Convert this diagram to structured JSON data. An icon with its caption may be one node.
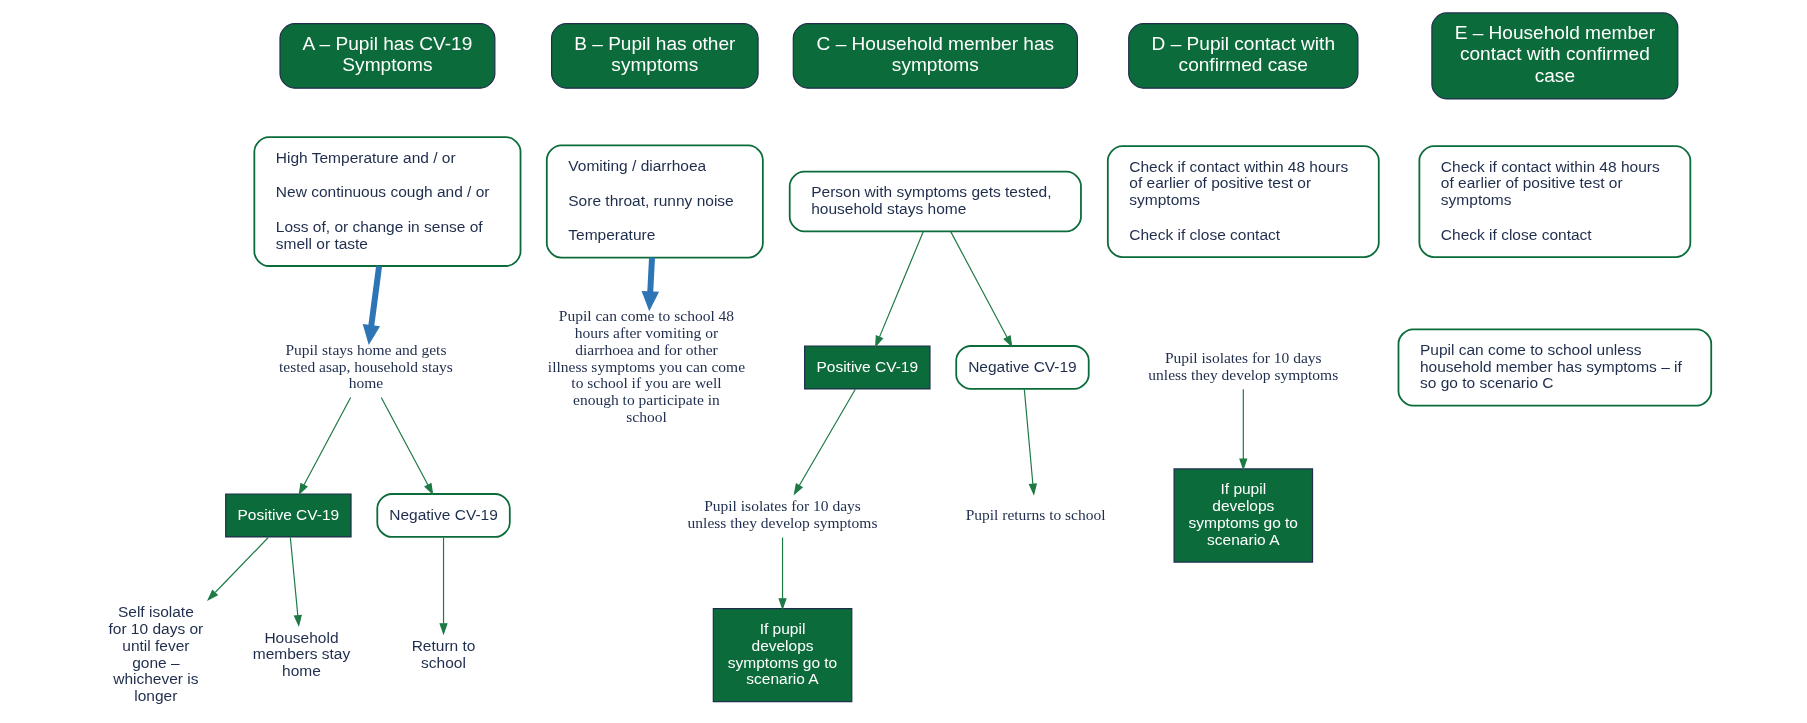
{
  "diagram": {
    "nodes": [
      {
        "text": [
          "A – Pupil has CV-19 Symptoms"
        ]
      },
      {
        "text": [
          "High Temperature and / or",
          "New continuous cough and / or",
          "Loss of, or change in sense of smell or taste"
        ]
      },
      {
        "text": [
          "Pupil stays home and gets tested asap, household stays home"
        ]
      },
      {
        "text": [
          "Positive CV-19"
        ]
      },
      {
        "text": [
          "Negative CV-19"
        ]
      },
      {
        "text": [
          "Self isolate for 10 days or until fever gone – whichever is longer"
        ]
      },
      {
        "text": [
          "Household members stay home"
        ]
      },
      {
        "text": [
          "Return to school"
        ]
      },
      {
        "text": [
          "B – Pupil has other symptoms"
        ]
      },
      {
        "text": [
          "Vomiting / diarrhoea",
          "Sore throat, runny noise",
          "Temperature"
        ]
      },
      {
        "text": [
          "Pupil can come to school 48 hours after vomiting or diarrhoea and for other illness symptoms you can come to school if you are well enough to participate in school"
        ]
      },
      {
        "text": [
          "C – Household member has symptoms"
        ]
      },
      {
        "text": [
          "Person with symptoms gets tested, household stays home"
        ]
      },
      {
        "text": [
          "Positive CV-19"
        ]
      },
      {
        "text": [
          "Negative CV-19"
        ]
      },
      {
        "text": [
          "Pupil isolates for 10 days unless they develop symptoms"
        ]
      },
      {
        "text": [
          "Pupil returns to school"
        ]
      },
      {
        "text": [
          "If pupil develops symptoms go to scenario A"
        ]
      },
      {
        "text": [
          "D – Pupil contact with confirmed case"
        ]
      },
      {
        "text": [
          "Check if contact within 48 hours of earlier of positive test or symptoms",
          "Check if close contact"
        ]
      },
      {
        "text": [
          "Pupil isolates for 10 days unless they develop symptoms"
        ]
      },
      {
        "text": [
          "If pupil develops symptoms go to scenario A"
        ]
      },
      {
        "text": [
          "E – Household member contact with confirmed case"
        ]
      },
      {
        "text": [
          "Check if contact within 48 hours of earlier of positive test or symptoms",
          "Check if close contact"
        ]
      },
      {
        "text": [
          "Pupil can come to school unless household member has symptoms – if so go to scenario C"
        ]
      }
    ],
    "edges": [
      {
        "from": 1,
        "to": 2,
        "arrow": "to",
        "style": "thick",
        "color": "#2e75b6"
      },
      {
        "from": 2,
        "to": 3,
        "arrow": "to"
      },
      {
        "from": 2,
        "to": 4,
        "arrow": "to"
      },
      {
        "from": 3,
        "to": 5,
        "arrow": "to"
      },
      {
        "from": 3,
        "to": 6,
        "arrow": "to"
      },
      {
        "from": 4,
        "to": 7,
        "arrow": "to"
      },
      {
        "from": 9,
        "to": 10,
        "arrow": "to",
        "style": "thick",
        "color": "#2e75b6"
      },
      {
        "from": 12,
        "to": 13,
        "arrow": "to"
      },
      {
        "from": 12,
        "to": 14,
        "arrow": "to"
      },
      {
        "from": 13,
        "to": 15,
        "arrow": "to"
      },
      {
        "from": 14,
        "to": 16,
        "arrow": "to"
      },
      {
        "from": 15,
        "to": 17,
        "arrow": "to"
      },
      {
        "from": 20,
        "to": 21,
        "arrow": "to"
      }
    ]
  }
}
